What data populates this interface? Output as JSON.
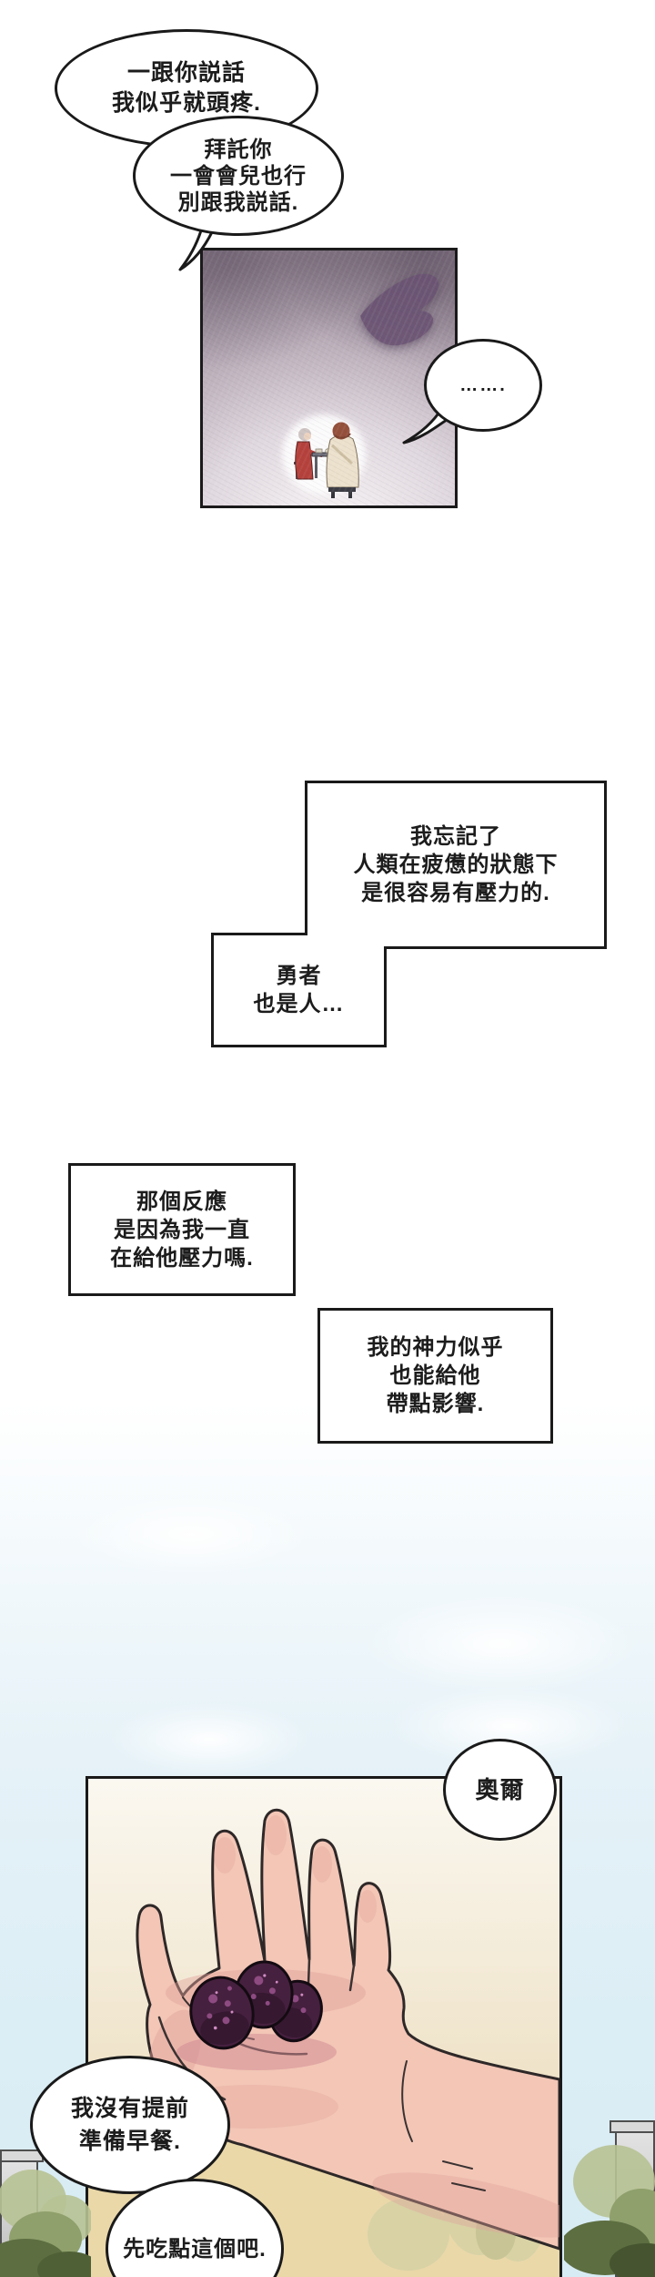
{
  "colors": {
    "ink": "#1a1a1a",
    "skin": "#f3c6b6",
    "skin-shade": "#e2a29c",
    "fruit": "#46203f",
    "fruit-spot": "#8d4b81",
    "robe-red": "#b5413c",
    "robe-cream": "#ece1cc",
    "ground": "#ead8a9",
    "sky-low": "#d7ebf4",
    "panel1-dark": "#91838f",
    "butterfly": "#6b5273"
  },
  "dialog": {
    "bubble1": {
      "lines": [
        "一跟你説話",
        "我似乎就頭疼."
      ]
    },
    "bubble2": {
      "lines": [
        "拜託你",
        "一會會兒也行",
        "別跟我説話."
      ]
    },
    "bubble3": {
      "lines": [
        "……."
      ]
    },
    "box1": {
      "lines": [
        "我忘記了",
        "人類在疲憊的狀態下",
        "是很容易有壓力的."
      ]
    },
    "box2": {
      "lines": [
        "勇者",
        "也是人…"
      ]
    },
    "box3": {
      "lines": [
        "那個反應",
        "是因為我一直",
        "在給他壓力嗎."
      ]
    },
    "box4": {
      "lines": [
        "我的神力似乎",
        "也能給他",
        "帶點影響."
      ]
    },
    "name_call": {
      "lines": [
        "奧爾"
      ]
    },
    "bubble5": {
      "lines": [
        "我沒有提前",
        "準備早餐."
      ]
    },
    "bubble6": {
      "lines": [
        "先吃點這個吧."
      ]
    }
  }
}
